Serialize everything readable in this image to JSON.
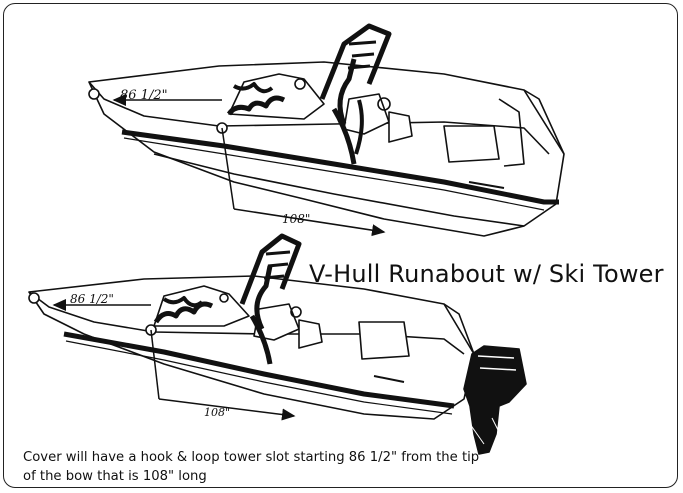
{
  "title": "V-Hull Runabout w/ Ski Tower",
  "caption": "Cover will have a hook & loop tower slot starting 86 1/2\" from the tip of the bow that is 108\" long",
  "top_boat": {
    "bow_measure": "86 1/2\"",
    "slot_measure": "108\""
  },
  "bottom_boat": {
    "bow_measure": "86 1/2\"",
    "slot_measure": "108\""
  }
}
